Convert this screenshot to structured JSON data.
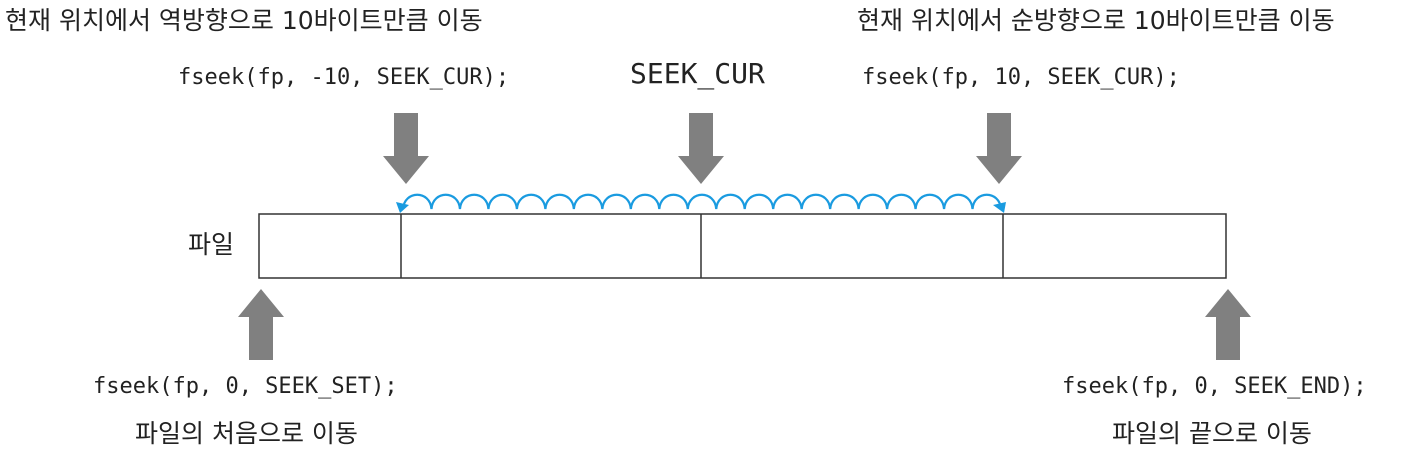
{
  "top_left": {
    "description": "현재 위치에서 역방향으로 10바이트만큼 이동",
    "code": "fseek(fp, -10, SEEK_CUR);"
  },
  "top_center": {
    "title": "SEEK_CUR"
  },
  "top_right": {
    "description": "현재 위치에서 순방향으로 10바이트만큼 이동",
    "code": "fseek(fp, 10, SEEK_CUR);"
  },
  "file_label": "파일",
  "bottom_left": {
    "code": "fseek(fp, 0, SEEK_SET);",
    "description": "파일의 처음으로 이동"
  },
  "bottom_right": {
    "code": "fseek(fp, 0, SEEK_END);",
    "description": "파일의 끝으로 이동"
  },
  "colors": {
    "arrow": "#808080",
    "wave": "#1a9be0",
    "box_stroke": "#333333"
  }
}
